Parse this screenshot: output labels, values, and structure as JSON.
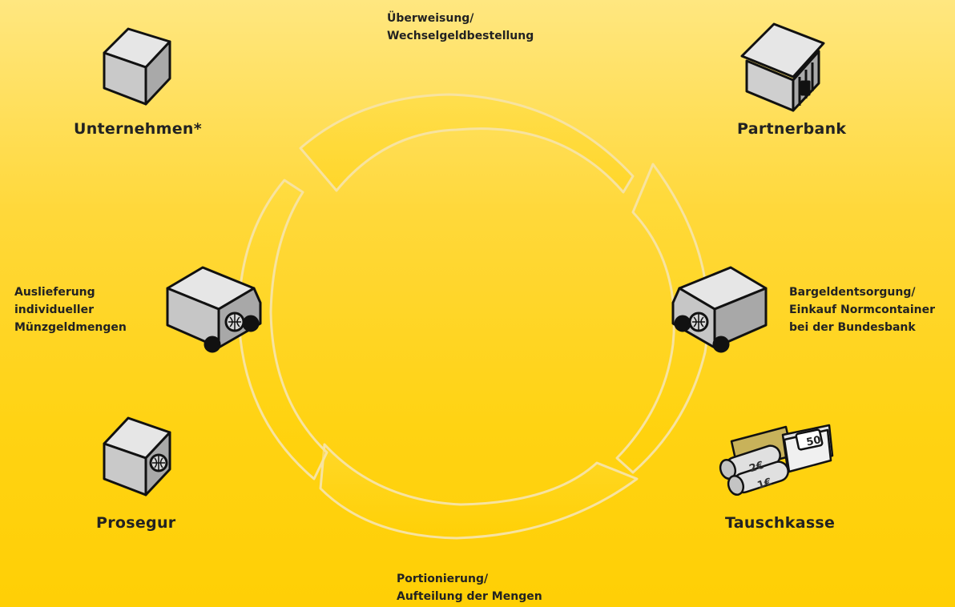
{
  "nodes": {
    "unternehmen": "Unternehmen*",
    "partnerbank": "Partnerbank",
    "prosegur": "Prosegur",
    "tauschkasse": "Tauschkasse"
  },
  "steps": {
    "top_line1": "Überweisung/",
    "top_line2": "Wechselgeldbestellung",
    "left_line1": "Auslieferung",
    "left_line2": "individueller",
    "left_line3": "Münzgeldmengen",
    "right_line1": "Bargeldentsorgung/",
    "right_line2": "Einkauf Normcontainer",
    "right_line3": "bei der Bundesbank",
    "bottom_line1": "Portionierung/",
    "bottom_line2": "Aufteilung der Mengen"
  },
  "money": {
    "note": "50",
    "coin_roll_1": "2€",
    "coin_roll_2": "1€"
  },
  "colors": {
    "background_top": "#ffe780",
    "background_bottom": "#ffcf05",
    "text": "#222222",
    "cycle_stroke": "#f7e3a0"
  },
  "icons": [
    "house-icon",
    "bank-icon",
    "van-icon",
    "safe-house-icon",
    "money-icon"
  ]
}
